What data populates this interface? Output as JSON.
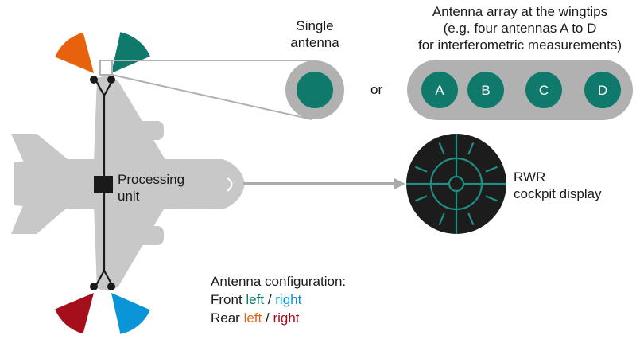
{
  "colors": {
    "aircraft": "#c8c8c8",
    "wire": "#1a1a1a",
    "teal": "#0f7a6c",
    "orange": "#e8620e",
    "dark_red": "#a50f1c",
    "sky_blue": "#0a95d8",
    "housing": "#b1b1b1",
    "display_bg": "#1c1c1c",
    "display_lines": "#1f8f82"
  },
  "icons": [
    "aircraft-silhouette",
    "antenna-lobe",
    "processing-unit-box",
    "rwr-display"
  ],
  "labels": {
    "single_antenna": [
      "Single",
      "antenna"
    ],
    "or": "or",
    "array_title": [
      "Antenna array at the wingtips",
      "(e.g. four antennas A to D",
      "for interferometric measurements)"
    ],
    "array_items": [
      "A",
      "B",
      "C",
      "D"
    ],
    "processing_unit": [
      "Processing",
      "unit"
    ],
    "rwr": [
      "RWR",
      "cockpit display"
    ]
  },
  "legend": {
    "title": "Antenna configuration:",
    "front": {
      "prefix": "Front ",
      "left": "left",
      "sep": " / ",
      "right": "right"
    },
    "rear": {
      "prefix": "Rear ",
      "left": "left",
      "sep": " / ",
      "right": "right"
    }
  }
}
